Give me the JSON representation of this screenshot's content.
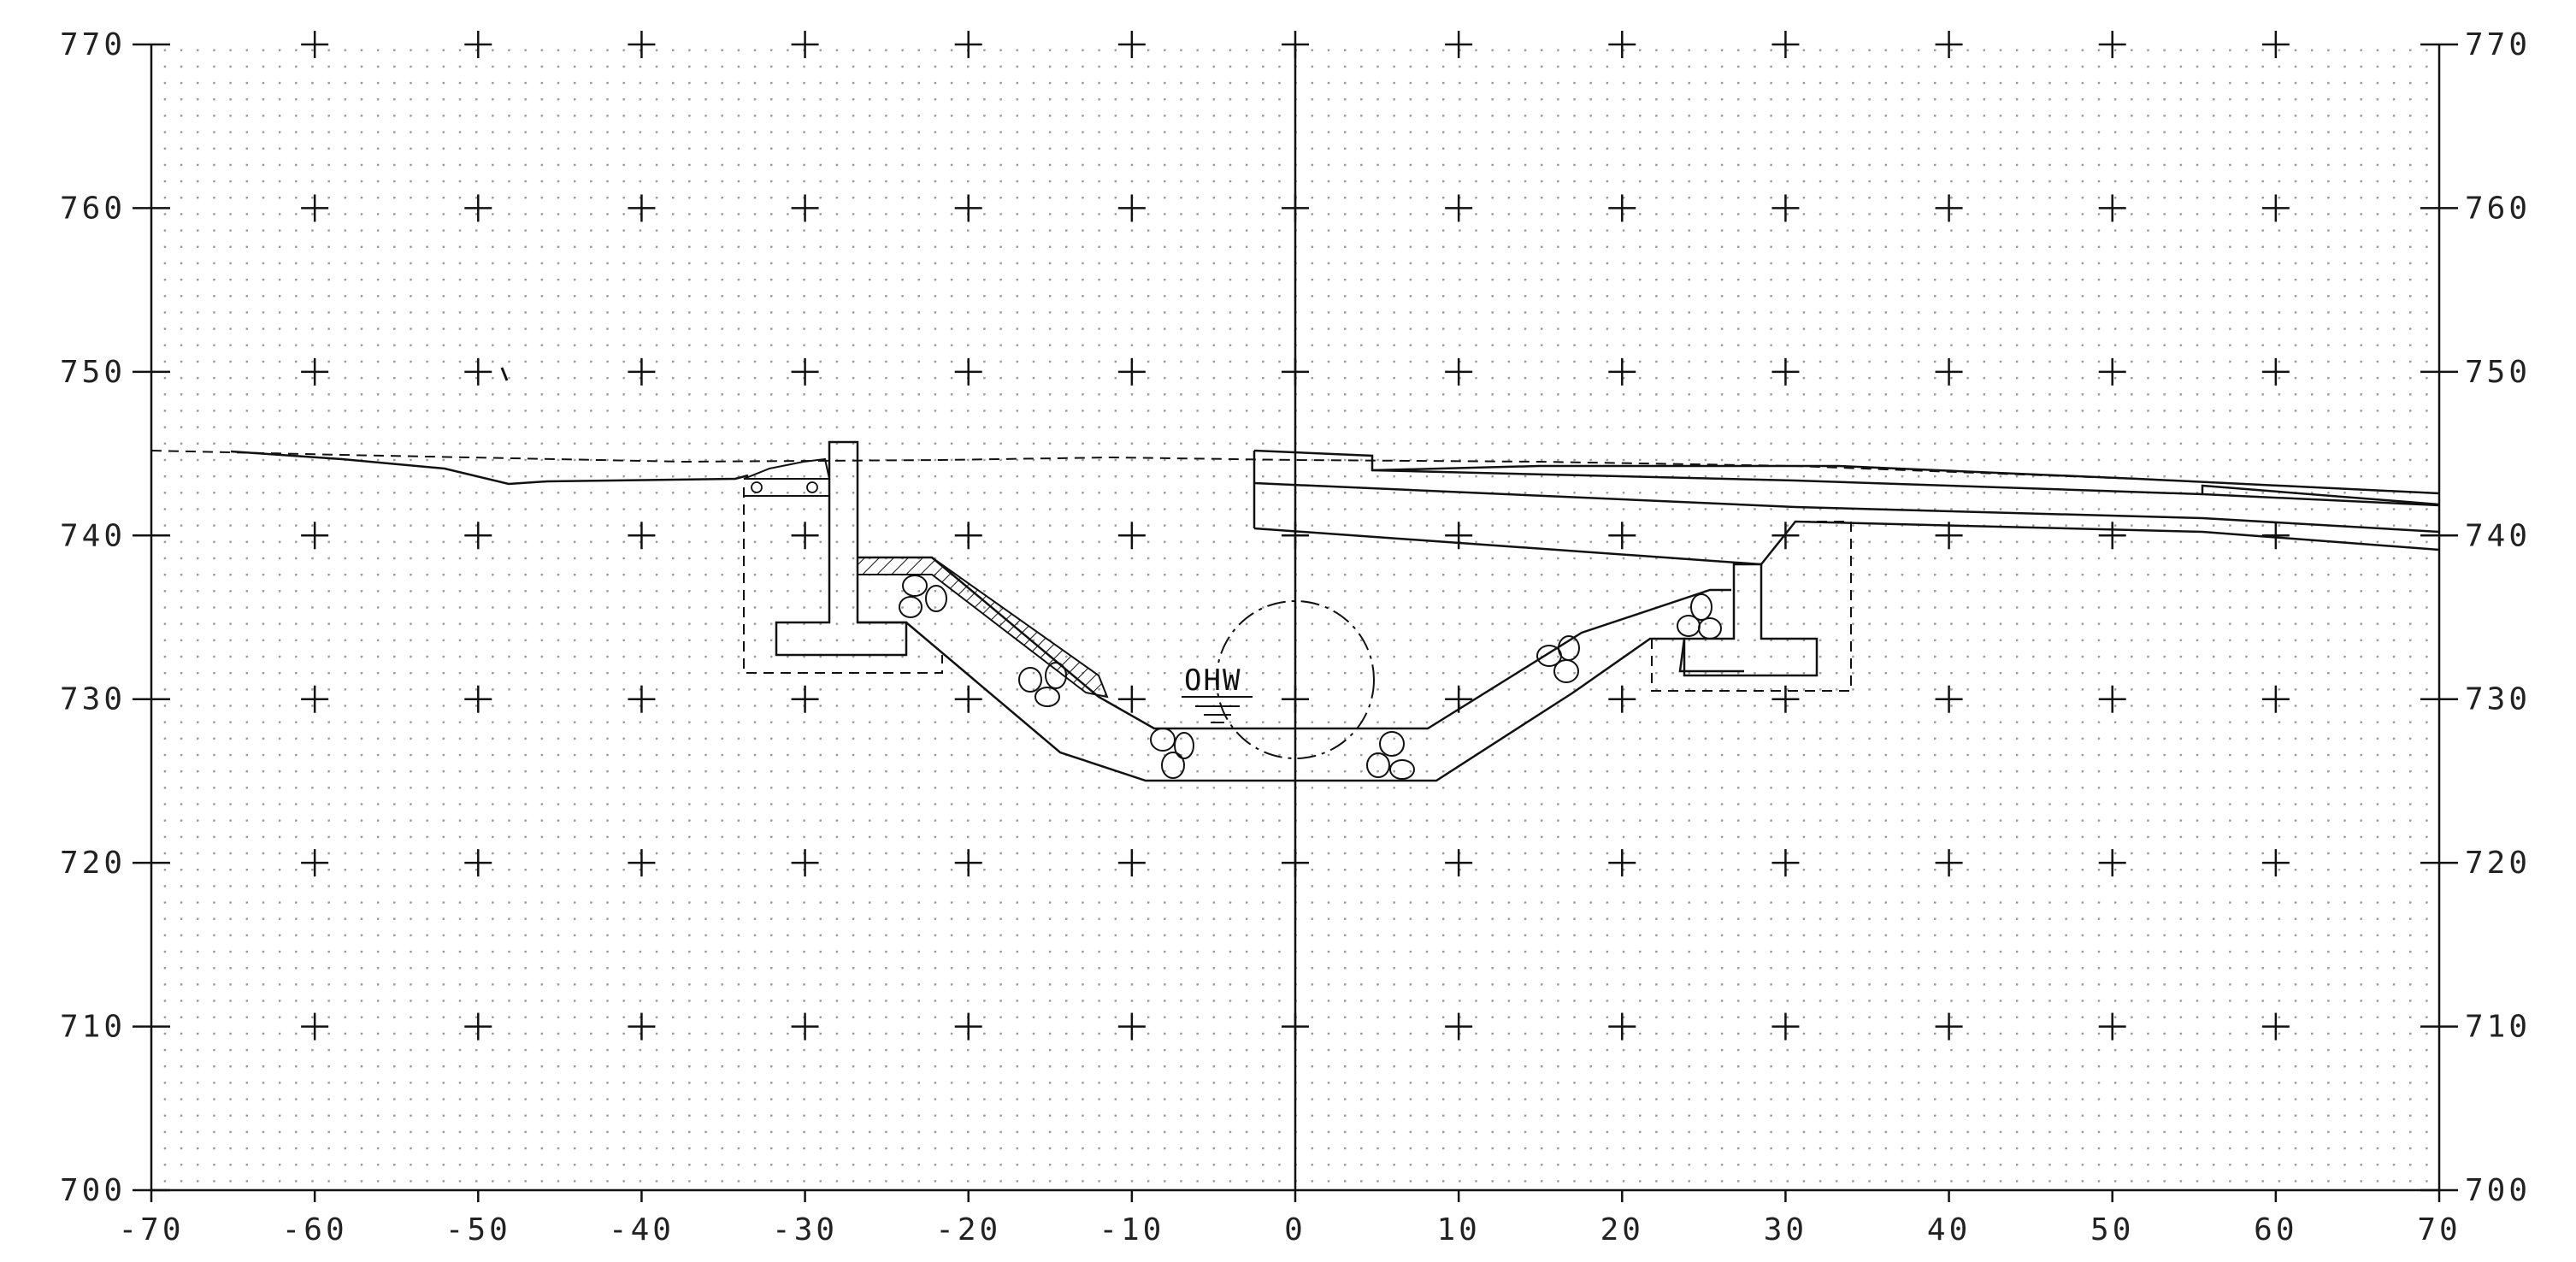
{
  "diagram": {
    "type": "cross-section",
    "x_axis": {
      "range": [
        -70,
        70
      ],
      "ticks": [
        -70,
        -60,
        -50,
        -40,
        -30,
        -20,
        -10,
        0,
        10,
        20,
        30,
        40,
        50,
        60,
        70
      ],
      "tick_labels": [
        "-70",
        "-60",
        "-50",
        "-40",
        "-30",
        "-20",
        "-10",
        "0",
        "10",
        "20",
        "30",
        "40",
        "50",
        "60",
        "70"
      ]
    },
    "y_axis": {
      "range": [
        700,
        770
      ],
      "ticks": [
        700,
        710,
        720,
        730,
        740,
        750,
        760,
        770
      ],
      "tick_labels": [
        "700",
        "710",
        "720",
        "730",
        "740",
        "750",
        "760",
        "770"
      ]
    },
    "grid": true,
    "water_level_label": "OHW",
    "colors": {
      "ink": "#111111",
      "grid_dot": "#9a9a9a"
    }
  }
}
